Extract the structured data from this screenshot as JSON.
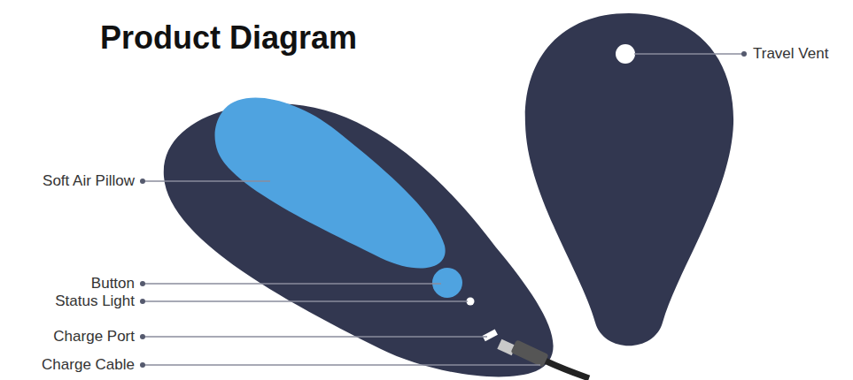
{
  "diagram": {
    "title": "Product Diagram",
    "labels": [
      "Travel Vent",
      "Soft Air Pillow",
      "Button",
      "Status Light",
      "Charge Port",
      "Charge Cable"
    ]
  }
}
